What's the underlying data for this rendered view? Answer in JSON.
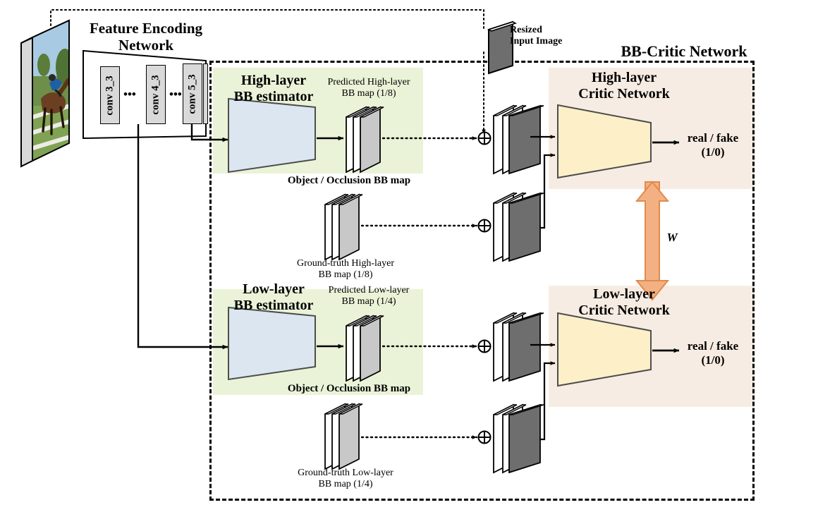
{
  "title_overlays": {
    "feature_encoding_network": "Feature Encoding\nNetwork",
    "bb_critic_network": "BB-Critic Network",
    "resized_input_image": "Resized\nInput Image"
  },
  "encoder": {
    "conv_layers": [
      {
        "label": "conv 3_3"
      },
      {
        "label": "conv 4_3"
      },
      {
        "label": "conv 5_3"
      }
    ],
    "ellipsis": "•••"
  },
  "high_branch": {
    "estimator_title": "High-layer\nBB estimator",
    "predicted_map_label": "Predicted High-layer\nBB map (1/8)",
    "object_occlusion_label": "Object / Occlusion BB map",
    "groundtruth_map_label": "Ground-truth High-layer\nBB map (1/8)",
    "critic_title": "High-layer\nCritic Network",
    "output_label": "real / fake\n(1/0)"
  },
  "low_branch": {
    "estimator_title": "Low-layer\nBB estimator",
    "predicted_map_label": "Predicted Low-layer\nBB map (1/4)",
    "object_occlusion_label": "Object / Occlusion BB map",
    "groundtruth_map_label": "Ground-truth Low-layer\nBB map (1/4)",
    "critic_title": "Low-layer\nCritic Network",
    "output_label": "real / fake\n(1/0)"
  },
  "weight_arrow": {
    "label": "W"
  },
  "symbols": {
    "concat": "⊕"
  },
  "colors": {
    "green_panel": "#eaf3d7",
    "orange_panel": "#f7ece3",
    "estimator_trapezoid": "#dce6f0",
    "critic_trapezoid": "#fdf0c8",
    "weight_arrow": "#f0a875",
    "conv_cell": "#d9d9d9",
    "map_dark": "#6e6e6e",
    "map_light": "#c8c8c8",
    "stroke": "#000000"
  }
}
